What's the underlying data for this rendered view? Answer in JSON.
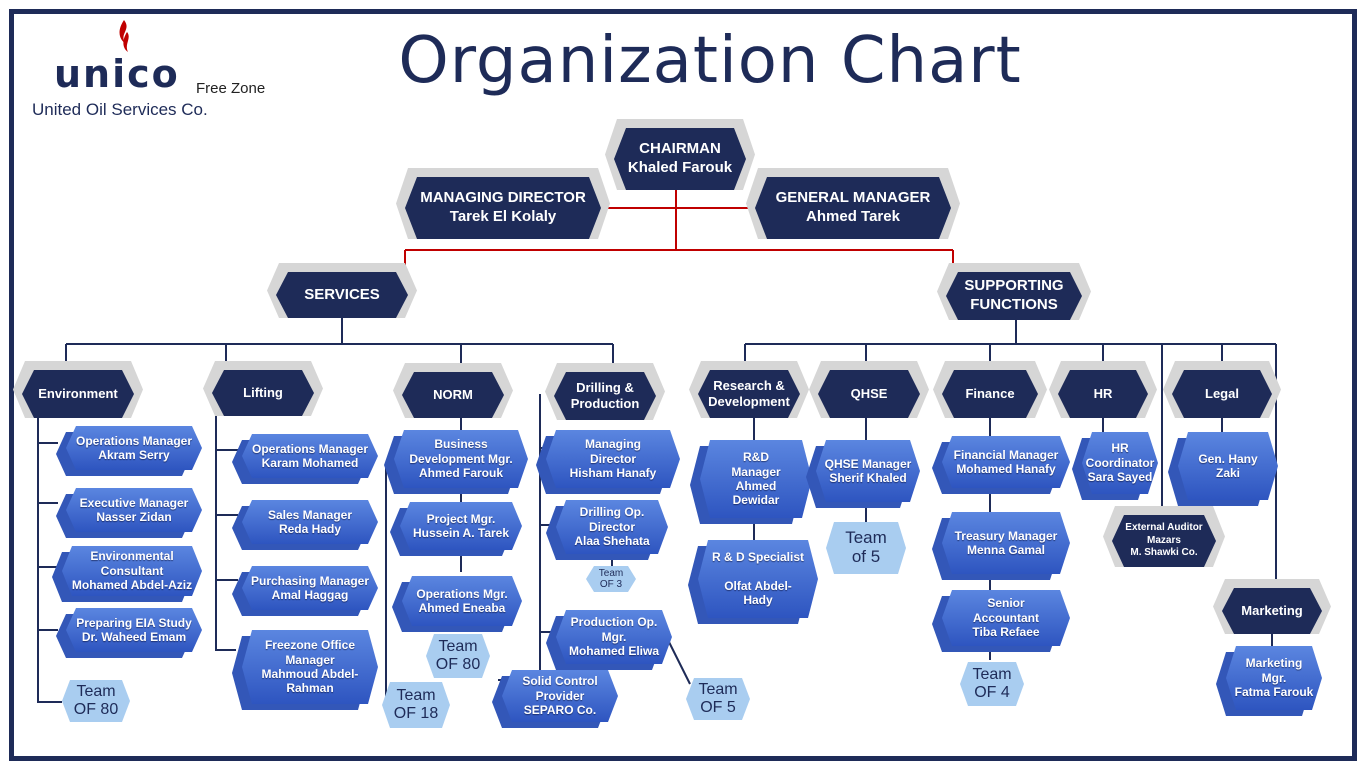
{
  "title": "Organization Chart",
  "logo": {
    "brand": "unico",
    "zone": "Free Zone",
    "company": "United Oil Services Co."
  },
  "colors": {
    "navy": "#1e2b58",
    "blue": "#3a63c8",
    "light": "#a9cdf0",
    "red": "#c00000",
    "frame": "#1e2b58"
  },
  "top": {
    "chairman": {
      "role": "CHAIRMAN",
      "name": "Khaled Farouk"
    },
    "md": {
      "role": "MANAGING DIRECTOR",
      "name": "Tarek El Kolaly"
    },
    "gm": {
      "role": "GENERAL MANAGER",
      "name": "Ahmed Tarek"
    }
  },
  "groups": {
    "services": "SERVICES",
    "support_l1": "SUPPORTING",
    "support_l2": "FUNCTIONS"
  },
  "departments": {
    "environment": "Environment",
    "lifting": "Lifting",
    "norm": "NORM",
    "drilling_l1": "Drilling &",
    "drilling_l2": "Production",
    "rnd_l1": "Research &",
    "rnd_l2": "Development",
    "qhse": "QHSE",
    "finance": "Finance",
    "hr": "HR",
    "legal": "Legal",
    "marketing": "Marketing"
  },
  "roles": {
    "env_ops_t": "Operations Manager",
    "env_ops_n": "Akram Serry",
    "env_exec_t": "Executive Manager",
    "env_exec_n": "Nasser Zidan",
    "env_cons_t1": "Environmental",
    "env_cons_t2": "Consultant",
    "env_cons_n": "Mohamed Abdel-Aziz",
    "env_eia_t": "Preparing EIA Study",
    "env_eia_n": "Dr. Waheed Emam",
    "lift_ops_t": "Operations Manager",
    "lift_ops_n": "Karam Mohamed",
    "lift_sales_t": "Sales Manager",
    "lift_sales_n": "Reda Hady",
    "lift_purch_t": "Purchasing Manager",
    "lift_purch_n": "Amal Haggag",
    "lift_fz_t1": "Freezone Office",
    "lift_fz_t2": "Manager",
    "lift_fz_n1": "Mahmoud Abdel-",
    "lift_fz_n2": "Rahman",
    "norm_bd_t1": "Business",
    "norm_bd_t2": "Development Mgr.",
    "norm_bd_n": "Ahmed Farouk",
    "norm_pm_t": "Project Mgr.",
    "norm_pm_n": "Hussein A. Tarek",
    "norm_ops_t": "Operations Mgr.",
    "norm_ops_n": "Ahmed Eneaba",
    "drl_md_t1": "Managing",
    "drl_md_t2": "Director",
    "drl_md_n": "Hisham Hanafy",
    "drl_do_t1": "Drilling Op.",
    "drl_do_t2": "Director",
    "drl_do_n": "Alaa Shehata",
    "drl_po_t1": "Production Op.",
    "drl_po_t2": "Mgr.",
    "drl_po_n": "Mohamed Eliwa",
    "drl_sc_t1": "Solid Control",
    "drl_sc_t2": "Provider",
    "drl_sc_n": "SEPARO Co.",
    "rnd_mgr_t1": "R&D",
    "rnd_mgr_t2": "Manager",
    "rnd_mgr_n1": "Ahmed",
    "rnd_mgr_n2": "Dewidar",
    "rnd_spec_t": "R & D Specialist",
    "rnd_spec_n1": "Olfat Abdel-",
    "rnd_spec_n2": "Hady",
    "qhse_mgr_t": "QHSE Manager",
    "qhse_mgr_n": "Sherif Khaled",
    "fin_mgr_t": "Financial Manager",
    "fin_mgr_n": "Mohamed Hanafy",
    "fin_tre_t": "Treasury Manager",
    "fin_tre_n": "Menna Gamal",
    "fin_sa_t1": "Senior",
    "fin_sa_t2": "Accountant",
    "fin_sa_n": "Tiba Refaee",
    "hr_c_t1": "HR",
    "hr_c_t2": "Coordinator",
    "hr_c_n": "Sara Sayed",
    "legal_t": "Gen. Hany",
    "legal_n": "Zaki",
    "mkt_t": "Marketing Mgr.",
    "mkt_n": "Fatma Farouk",
    "aud_t": "External Auditor",
    "aud_f": "Mazars",
    "aud_n": "M. Shawki Co."
  },
  "teams": {
    "env": "Team\nOF 80",
    "lift": "Team\nOF 18",
    "norm": "Team\nOF 80",
    "drl_small": "Team\nOF 3",
    "drl": "Team\nOF 5",
    "qhse": "Team\nof 5",
    "fin": "Team\nOF 4"
  }
}
